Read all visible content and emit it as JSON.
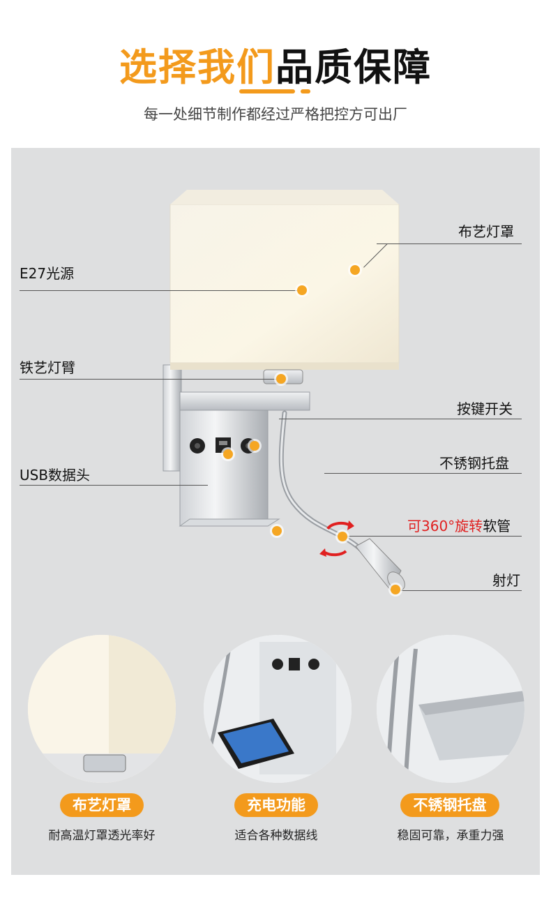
{
  "header": {
    "title_part1": "选择我们",
    "title_part2": "品质保障",
    "subtitle": "每一处细节制作都经过严格把控方可出厂"
  },
  "callouts": {
    "shade": "布艺灯罩",
    "light_source": "E27光源",
    "arm": "铁艺灯臂",
    "switch": "按键开关",
    "usb": "USB数据头",
    "tray": "不锈钢托盘",
    "hose_red": "可360°旋转",
    "hose_black": "软管",
    "spotlight": "射灯"
  },
  "features": [
    {
      "pill": "布艺灯罩",
      "caption": "耐高温灯罩透光率好"
    },
    {
      "pill": "充电功能",
      "caption": "适合各种数据线"
    },
    {
      "pill": "不锈钢托盘",
      "caption": "稳固可靠，承重力强"
    }
  ],
  "colors": {
    "accent": "#f39a1c",
    "highlight_red": "#e02020",
    "panel_bg": "#dedfe0"
  }
}
